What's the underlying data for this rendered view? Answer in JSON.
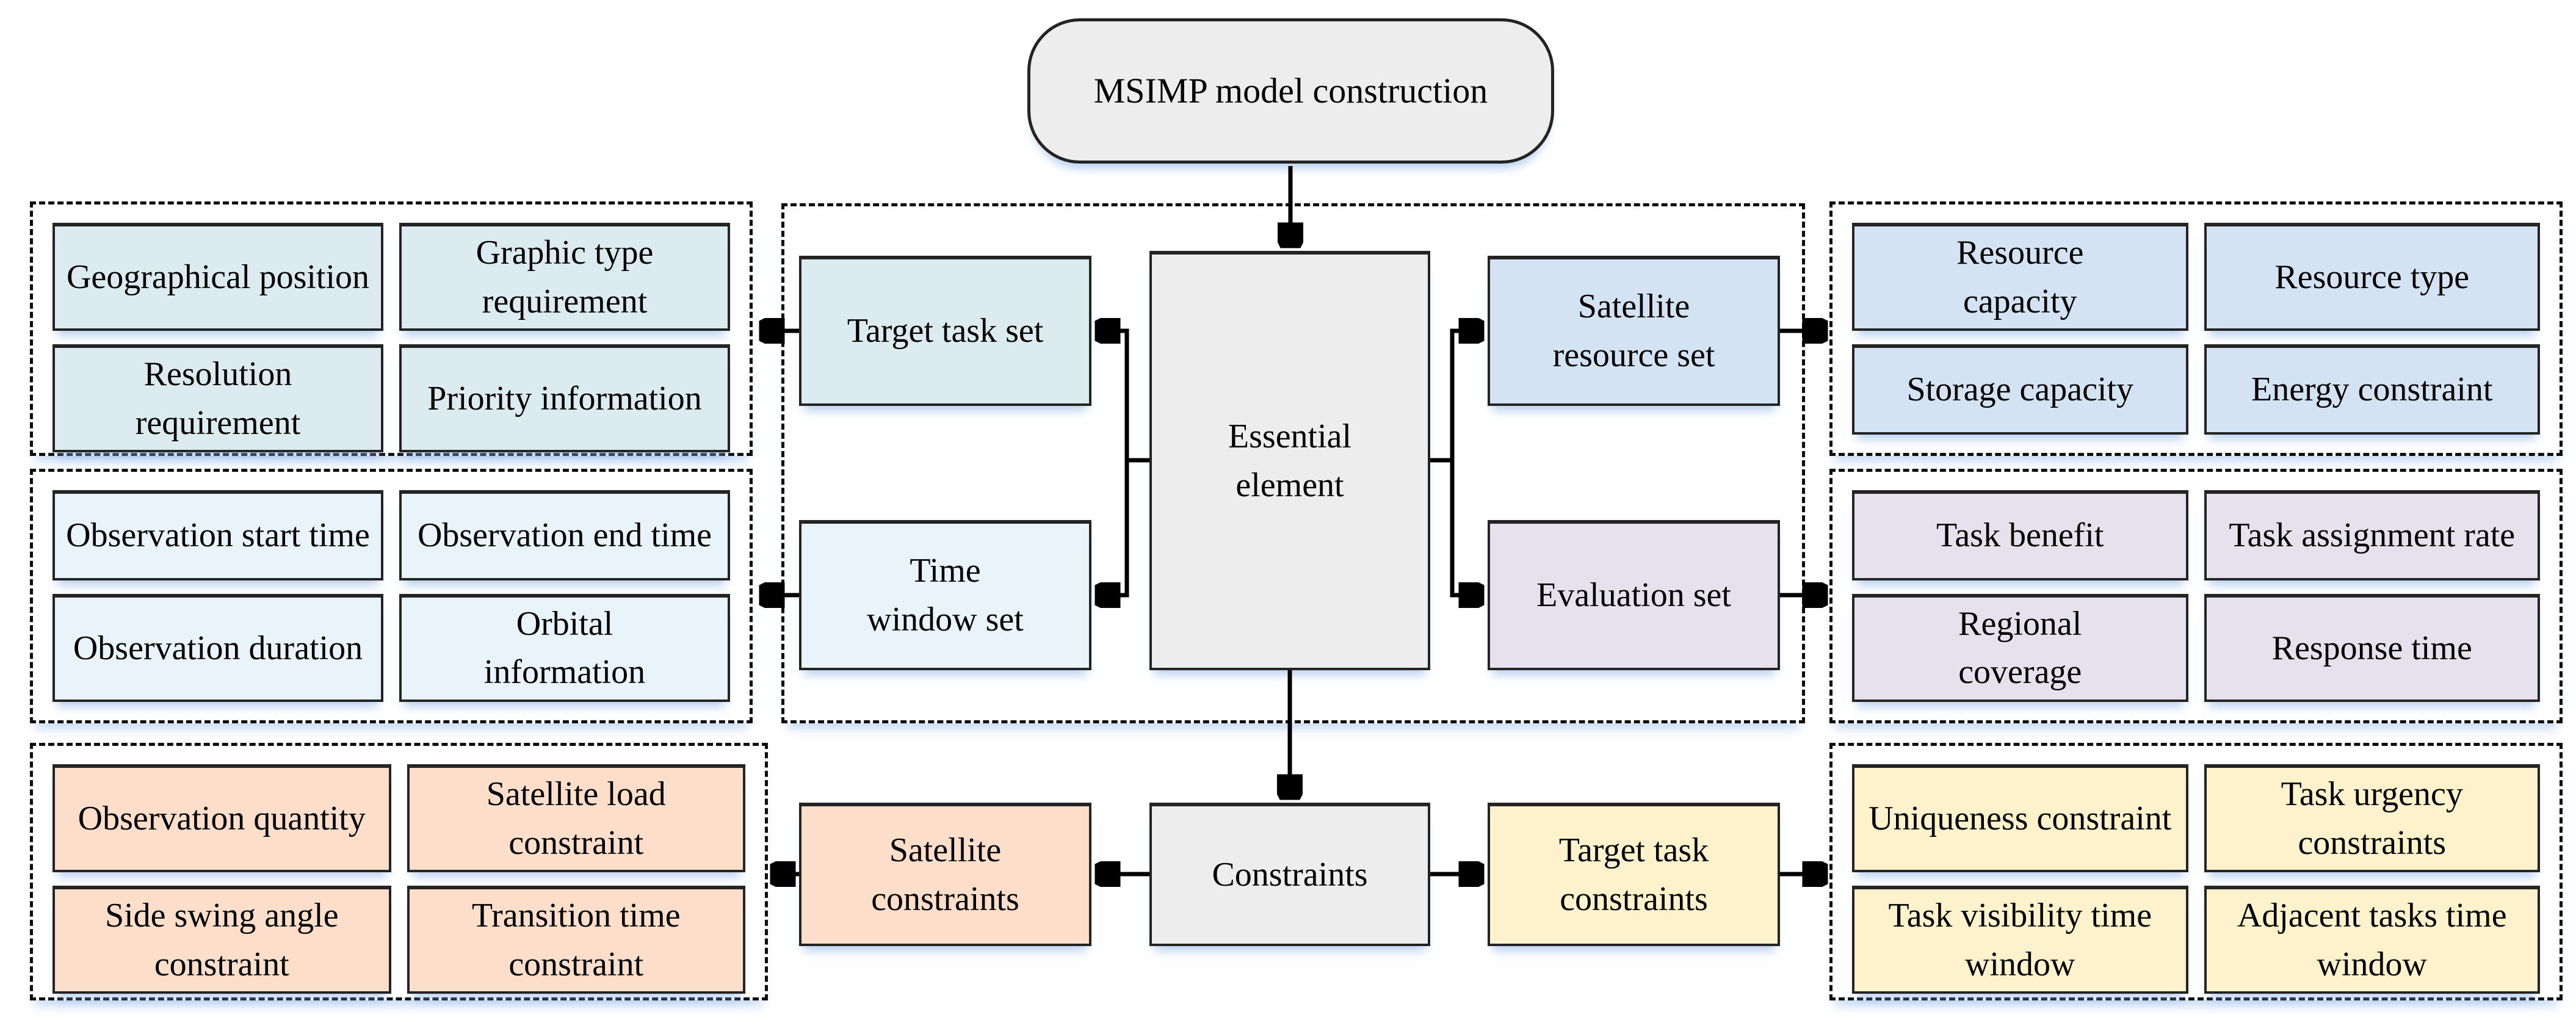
{
  "diagram_title": "MSIMP model construction",
  "nodes": {
    "essential_element": "Essential element",
    "target_task_set": "Target task set",
    "time_window_set": "Time window set",
    "satellite_resource_set": "Satellite resource set",
    "evaluation_set": "Evaluation set",
    "constraints": "Constraints",
    "satellite_constraints": "Satellite constraints",
    "target_task_constraints": "Target task constraints"
  },
  "groups": {
    "target_task_info": [
      "Geographical position",
      "Graphic type requirement",
      "Resolution requirement",
      "Priority information"
    ],
    "time_window_info": [
      "Observation start time",
      "Observation end time",
      "Observation duration",
      "Orbital information"
    ],
    "satellite_resource_info": [
      "Resource capacity",
      "Resource type",
      "Storage capacity",
      "Energy constraint"
    ],
    "evaluation_info": [
      "Task benefit",
      "Task assignment rate",
      "Regional coverage",
      "Response time"
    ],
    "satellite_constraint_info": [
      "Observation quantity",
      "Satellite load constraint",
      "Side swing angle constraint",
      "Transition time constraint"
    ],
    "target_task_constraint_info": [
      "Uniqueness constraint",
      "Task urgency constraints",
      "Task visibility time window",
      "Adjacent tasks time window"
    ]
  },
  "colors": {
    "node_gray": "#ededed",
    "target_task_fill": "#dcebf0",
    "time_window_fill": "#e8f4fa",
    "satellite_resource_fill": "#d3e3f3",
    "evaluation_fill": "#e6e1ec",
    "satellite_constraint_fill": "#fcdecb",
    "target_task_constraint_fill": "#fdf2cb",
    "line_color": "#000000",
    "shadow_glow": "#80acE6"
  }
}
